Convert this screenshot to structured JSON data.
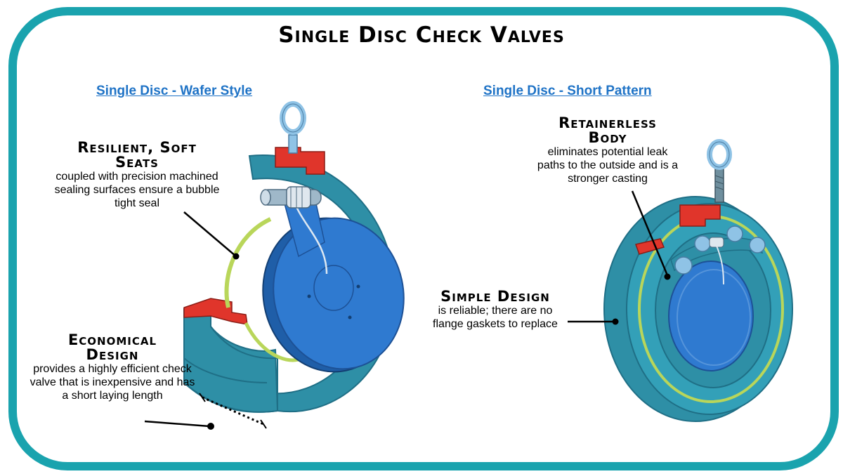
{
  "title": "Single Disc Check Valves",
  "sections": {
    "left": {
      "heading": "Single Disc - Wafer Style"
    },
    "right": {
      "heading": "Single Disc - Short Pattern"
    }
  },
  "callouts": {
    "seats": {
      "heading_line1": "Resilient, Soft",
      "heading_line2": "Seats",
      "text": "coupled with precision machined sealing surfaces ensure a bubble tight seal"
    },
    "economical": {
      "heading_line1": "Economical",
      "heading_line2": "Design",
      "text": "provides a highly efficient check valve that is inexpensive and has a short laying length"
    },
    "retainerless": {
      "heading_line1": "Retainerless",
      "heading_line2": "Body",
      "text": "eliminates potential leak paths to the outside and is a stronger casting"
    },
    "simple": {
      "heading_line1": "Simple Design",
      "text": "is reliable; there are no flange gaskets to replace"
    }
  },
  "colors": {
    "frame": "#1aa3ae",
    "body": "#2e8fa6",
    "body_dark": "#1f6f86",
    "cut": "#e0352b",
    "disc": "#2f7ad0",
    "seat": "#b9d65a",
    "eyebolt": "#8fc3e6",
    "link": "#1f73c6"
  }
}
